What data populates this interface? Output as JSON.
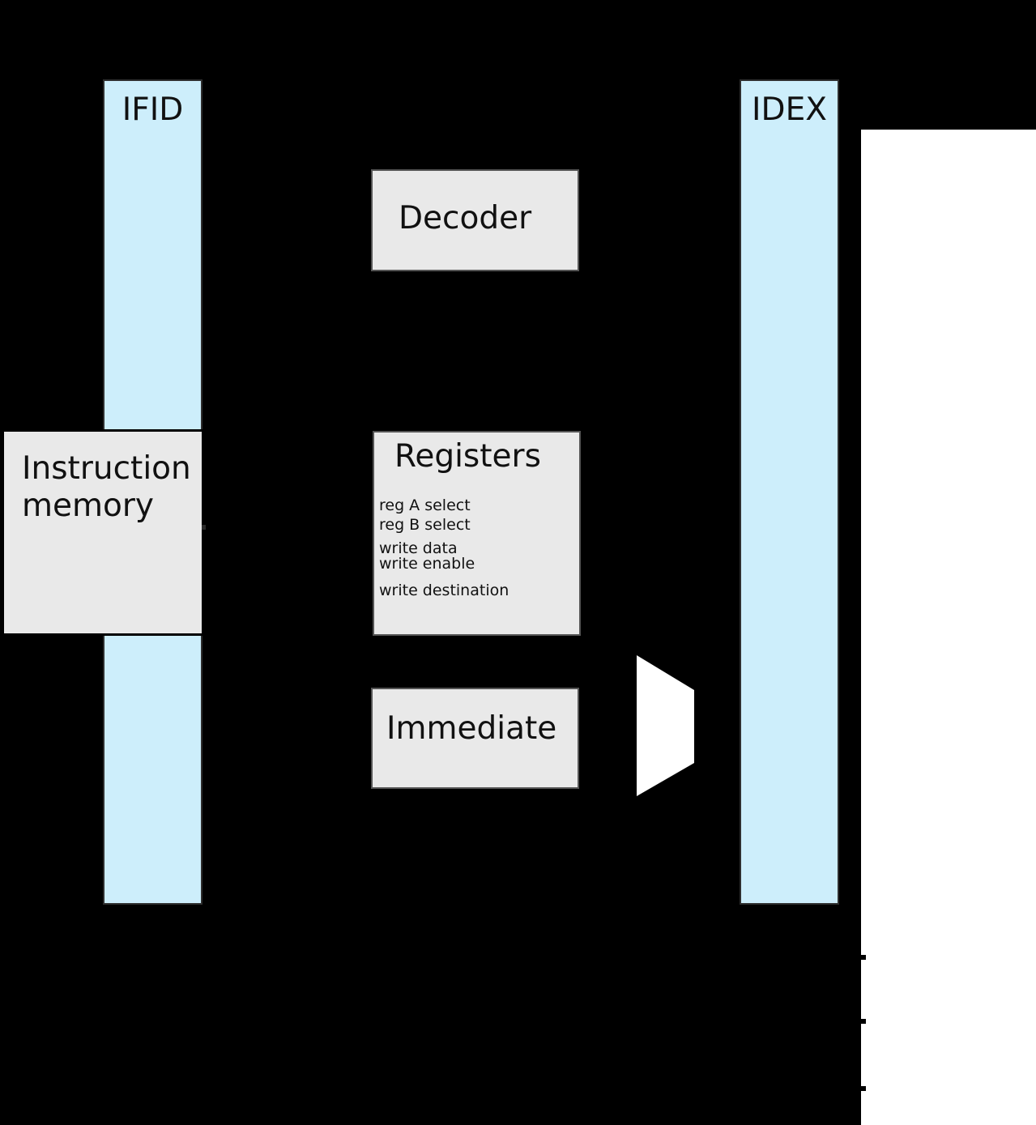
{
  "diagram": {
    "description": "CPU pipeline instruction-decode stage diagram on black background",
    "colors": {
      "background": "#000000",
      "pipeline_bar_fill": "#cdeefb",
      "block_fill": "#e9e9e9",
      "block_border": "#555555",
      "instruction_memory_border": "#000000",
      "mux_fill": "#ffffff",
      "white_region": "#ffffff",
      "text": "#111111"
    },
    "pipeline_registers": {
      "ifid": {
        "label": "IFID"
      },
      "idex": {
        "label": "IDEX"
      }
    },
    "blocks": {
      "instruction_memory": {
        "label": "Instruction memory"
      },
      "decoder": {
        "label": "Decoder"
      },
      "registers": {
        "label": "Registers",
        "ports": [
          "reg A select",
          "reg B select",
          "write data",
          "write enable",
          "write destination"
        ]
      },
      "immediate": {
        "label": "Immediate"
      }
    },
    "mux": {
      "name": "immediate-select-mux"
    }
  }
}
